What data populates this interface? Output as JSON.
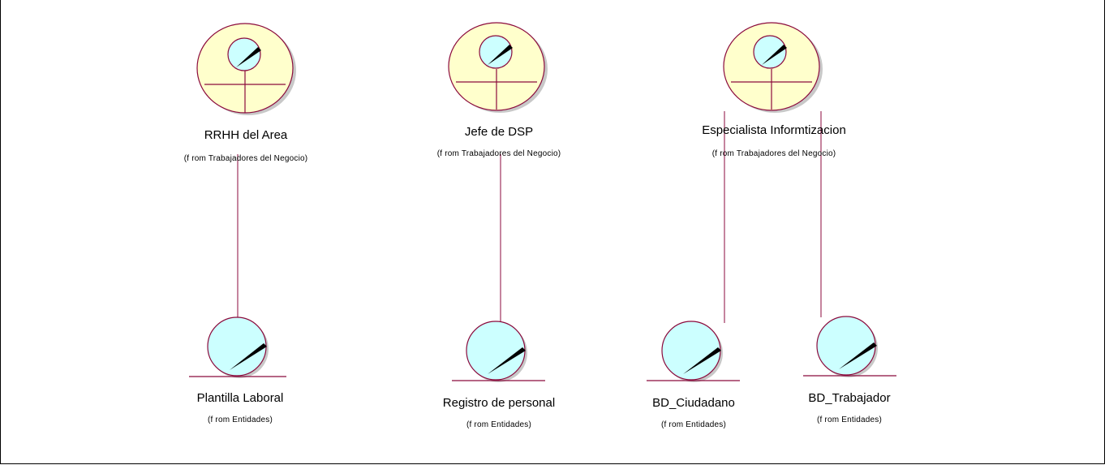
{
  "workers": [
    {
      "name": "RRHH del Area",
      "from": "(f rom Trabajadores del Negocio)"
    },
    {
      "name": "Jefe de DSP",
      "from": "(f rom Trabajadores del Negocio)"
    },
    {
      "name": "Especialista Informtizacion",
      "from": "(f rom Trabajadores del Negocio)"
    }
  ],
  "entities": [
    {
      "name": "Plantilla Laboral",
      "from": "(f rom Entidades)"
    },
    {
      "name": "Registro de personal",
      "from": "(f rom Entidades)"
    },
    {
      "name": "BD_Ciudadano",
      "from": "(f rom Entidades)"
    },
    {
      "name": "BD_Trabajador",
      "from": "(f rom Entidades)"
    }
  ],
  "colors": {
    "worker_fill": "#ffffcc",
    "entity_fill": "#ccffff",
    "stroke": "#8b0a3c",
    "shadow": "#c8c8c8"
  }
}
